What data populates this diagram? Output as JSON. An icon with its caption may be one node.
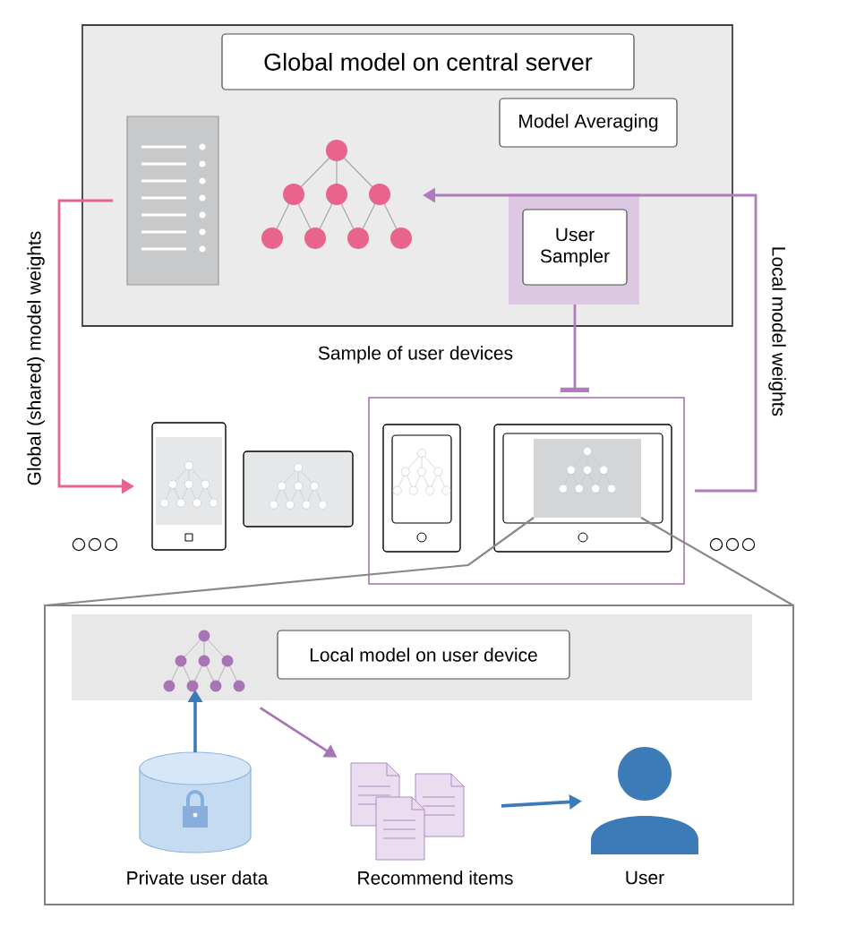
{
  "diagram": {
    "nodes": [
      {
        "text": [],
        "shape": "box"
      },
      {
        "text": [
          "Global model on central server"
        ],
        "in": 0
      },
      {
        "text": [
          "Model Averaging"
        ],
        "in": 0
      },
      {
        "text": [],
        "shape": "picture",
        "in": 0
      },
      {
        "text": [],
        "shape": "picture",
        "in": 0
      },
      {
        "text": [
          "User Sampler"
        ],
        "in": 0
      },
      {
        "text": [],
        "shape": "box"
      },
      {
        "text": [],
        "shape": "picture"
      },
      {
        "text": [],
        "shape": "picture"
      },
      {
        "text": [],
        "shape": "picture",
        "in": 6
      },
      {
        "text": [],
        "shape": "picture",
        "in": 6
      },
      {
        "text": [],
        "shape": "box"
      },
      {
        "text": [],
        "shape": "box",
        "in": 11
      },
      {
        "text": [
          "Local model on user device"
        ],
        "in": 12
      },
      {
        "text": [],
        "shape": "picture",
        "in": 12
      },
      {
        "text": [],
        "shape": "cylinder",
        "beside": [
          "Private user data"
        ],
        "in": 11
      },
      {
        "text": [],
        "shape": "picture",
        "beside": [
          "Recommend items"
        ],
        "in": 11
      },
      {
        "text": [],
        "shape": "person",
        "beside": [
          "User"
        ],
        "in": 11
      }
    ],
    "edges": [
      {
        "from": 3,
        "to": 7,
        "arrow": "to",
        "label": "Global (shared) model weights",
        "color": "#e8648c"
      },
      {
        "from": 6,
        "to": 4,
        "arrow": "to",
        "label": "Local model weights",
        "color": "#b07cbc"
      },
      {
        "from": 5,
        "to": 6,
        "arrow": "other",
        "label": "Sample of user devices",
        "color": "#b07cbc"
      },
      {
        "from": 10,
        "to": 11,
        "arrow": "none",
        "color": "#888888"
      },
      {
        "from": 10,
        "to": 11,
        "arrow": "none",
        "color": "#888888"
      },
      {
        "from": 15,
        "to": 14,
        "arrow": "to",
        "color": "#3d7ab8"
      },
      {
        "from": 14,
        "to": 16,
        "arrow": "to",
        "color": "#a874b4"
      },
      {
        "from": 16,
        "to": 17,
        "arrow": "to",
        "color": "#3d7ab8"
      }
    ]
  }
}
